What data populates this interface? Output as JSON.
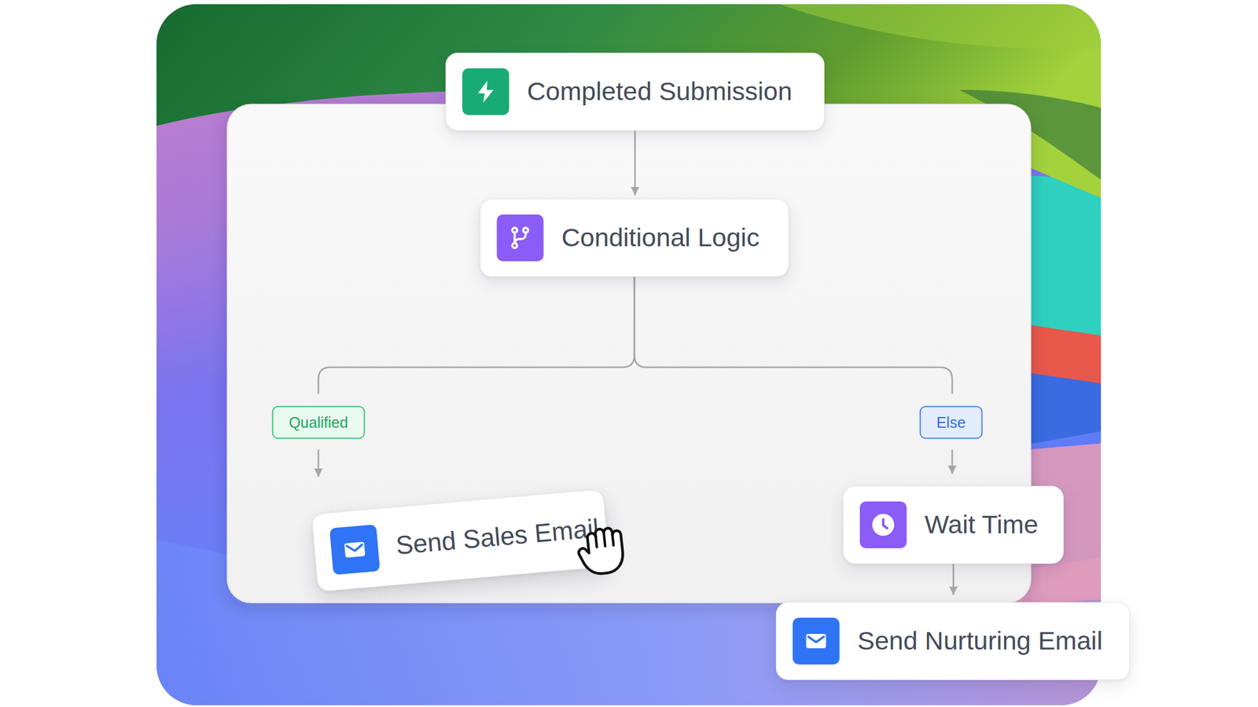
{
  "diagram": {
    "nodes": [
      {
        "text": [
          "Completed Submission"
        ]
      },
      {
        "text": [
          "Conditional Logic"
        ]
      },
      {
        "text": [
          "Send Sales Email"
        ]
      },
      {
        "text": [
          "Wait Time"
        ]
      },
      {
        "text": [
          "Send Nurturing Email"
        ]
      }
    ],
    "edges": [
      {
        "from": 0,
        "to": 1,
        "arrow": "to"
      },
      {
        "from": 1,
        "to": 2,
        "label": "Qualified",
        "arrow": "to"
      },
      {
        "from": 1,
        "to": 3,
        "label": "Else",
        "arrow": "to"
      },
      {
        "from": 3,
        "to": 4,
        "arrow": "to"
      }
    ]
  }
}
